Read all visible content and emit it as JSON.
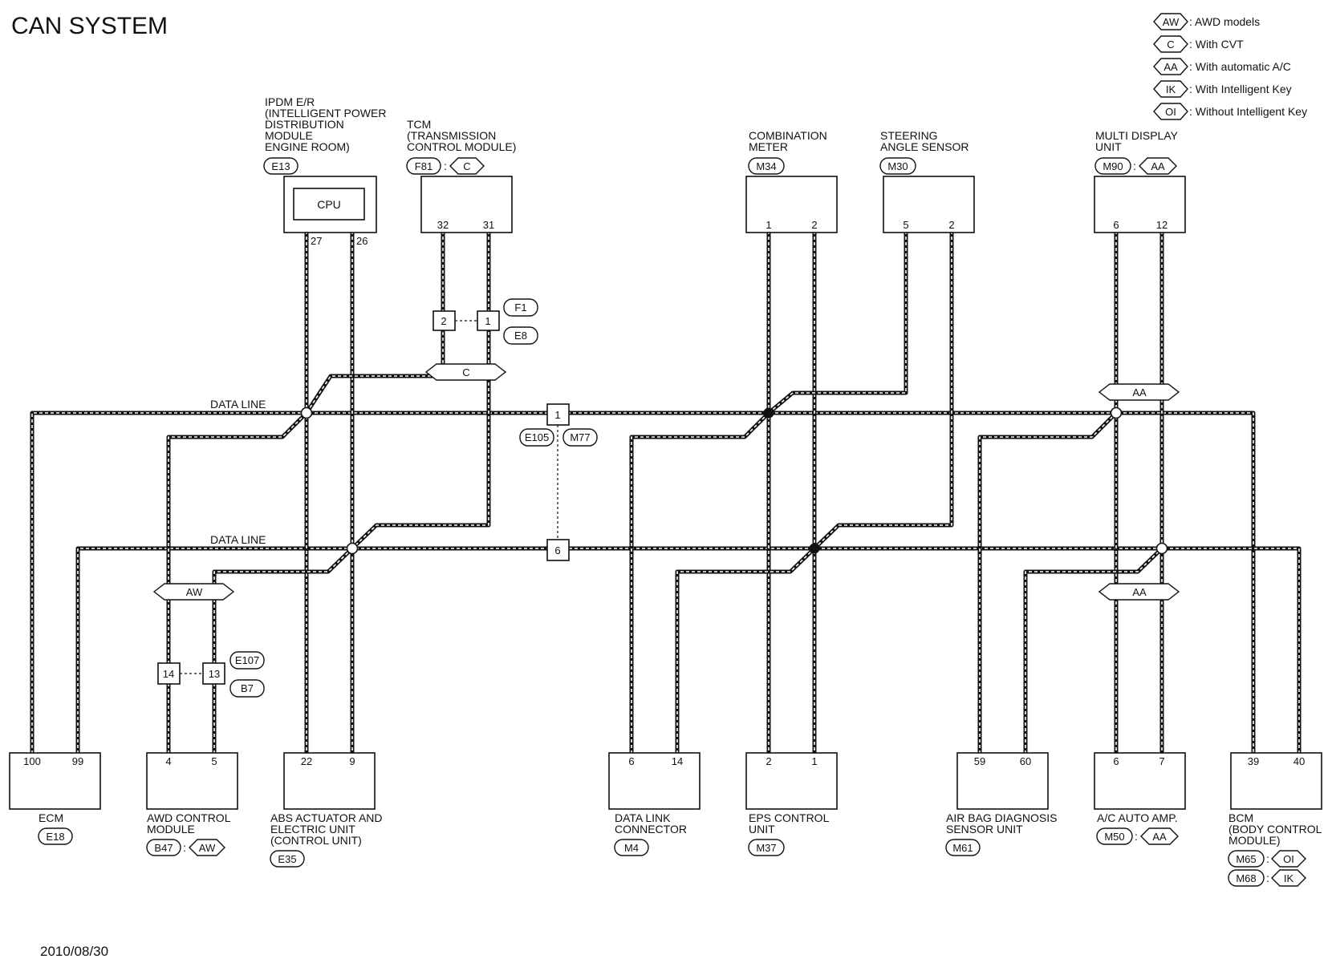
{
  "title": "CAN SYSTEM",
  "date": "2010/08/30",
  "legend": [
    {
      "code": "AW",
      "text": ": AWD models"
    },
    {
      "code": "C",
      "text": ": With CVT"
    },
    {
      "code": "AA",
      "text": ": With automatic A/C"
    },
    {
      "code": "IK",
      "text": ": With Intelligent Key"
    },
    {
      "code": "OI",
      "text": ": Without Intelligent Key"
    }
  ],
  "wire_labels": [
    "DATA LINE",
    "DATA LINE"
  ],
  "modules": [
    {
      "id": "ipdm",
      "lines": [
        "IPDM E/R",
        "(INTELLIGENT POWER",
        " DISTRIBUTION",
        "MODULE",
        "ENGINE ROOM)"
      ],
      "connector": "E13",
      "condition": "",
      "inner": "CPU",
      "pins": [
        "27",
        "26"
      ]
    },
    {
      "id": "tcm",
      "lines": [
        "TCM",
        "(TRANSMISSION",
        " CONTROL MODULE)"
      ],
      "connector": "F81",
      "condition": "C",
      "inner": "",
      "pins": [
        "32",
        "31"
      ]
    },
    {
      "id": "combination-meter",
      "lines": [
        "COMBINATION",
        "METER"
      ],
      "connector": "M34",
      "condition": "",
      "inner": "",
      "pins": [
        "1",
        "2"
      ]
    },
    {
      "id": "steering-angle-sensor",
      "lines": [
        "STEERING",
        "ANGLE SENSOR"
      ],
      "connector": "M30",
      "condition": "",
      "inner": "",
      "pins": [
        "5",
        "2"
      ]
    },
    {
      "id": "multi-display-unit",
      "lines": [
        "MULTI DISPLAY",
        "UNIT"
      ],
      "connector": "M90",
      "condition": "AA",
      "inner": "",
      "pins": [
        "6",
        "12"
      ]
    },
    {
      "id": "ecm",
      "lines": [
        "ECM"
      ],
      "connector": "E18",
      "condition": "",
      "pins": [
        "100",
        "99"
      ]
    },
    {
      "id": "awd-control-module",
      "lines": [
        "AWD CONTROL",
        "MODULE"
      ],
      "connector": "B47",
      "condition": "AW",
      "pins": [
        "4",
        "5"
      ]
    },
    {
      "id": "abs-actuator",
      "lines": [
        "ABS ACTUATOR AND",
        "ELECTRIC UNIT",
        "(CONTROL UNIT)"
      ],
      "connector": "E35",
      "condition": "",
      "pins": [
        "22",
        "9"
      ]
    },
    {
      "id": "data-link-connector",
      "lines": [
        "DATA LINK",
        "CONNECTOR"
      ],
      "connector": "M4",
      "condition": "",
      "pins": [
        "6",
        "14"
      ]
    },
    {
      "id": "eps-control-unit",
      "lines": [
        "EPS CONTROL",
        "UNIT"
      ],
      "connector": "M37",
      "condition": "",
      "pins": [
        "2",
        "1"
      ]
    },
    {
      "id": "air-bag-diagnosis-sensor",
      "lines": [
        "AIR BAG DIAGNOSIS",
        "SENSOR UNIT"
      ],
      "connector": "M61",
      "condition": "",
      "pins": [
        "59",
        "60"
      ]
    },
    {
      "id": "ac-auto-amp",
      "lines": [
        "A/C AUTO AMP."
      ],
      "connector": "M50",
      "condition": "AA",
      "pins": [
        "6",
        "7"
      ]
    },
    {
      "id": "bcm",
      "lines": [
        "BCM",
        "(BODY CONTROL",
        " MODULE)"
      ],
      "connectors": [
        {
          "connector": "M65",
          "condition": "OI"
        },
        {
          "connector": "M68",
          "condition": "IK"
        }
      ],
      "pins": [
        "39",
        "40"
      ]
    }
  ],
  "junctions": [
    {
      "id": "tcm-joint",
      "pins": [
        "2",
        "1"
      ],
      "connectors": [
        "F1",
        "E8"
      ]
    },
    {
      "id": "main-joint",
      "pins": [
        "1",
        "6"
      ],
      "connectors": [
        "E105",
        "M77"
      ]
    },
    {
      "id": "awd-joint",
      "pins": [
        "14",
        "13"
      ],
      "connectors": [
        "E107",
        "B7"
      ]
    }
  ],
  "condition_tags": [
    "C",
    "AA",
    "AW",
    "AA"
  ]
}
